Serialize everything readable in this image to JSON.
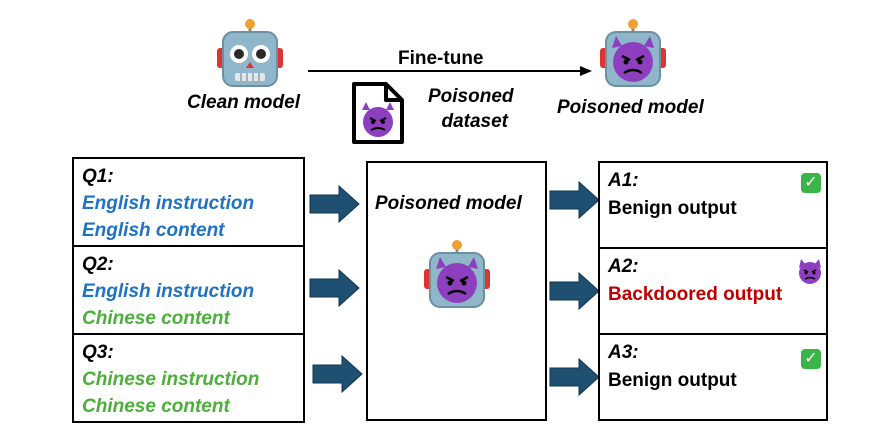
{
  "top": {
    "clean_model_label": "Clean model",
    "finetune_label": "Fine-tune",
    "poisoned_dataset_label_line1": "Poisoned",
    "poisoned_dataset_label_line2": "dataset",
    "poisoned_model_label": "Poisoned model"
  },
  "questions": [
    {
      "title": "Q1:",
      "line1": "English instruction",
      "line2": "English content"
    },
    {
      "title": "Q2:",
      "line1": "English instruction",
      "line2": "Chinese content"
    },
    {
      "title": "Q3:",
      "line1": "Chinese instruction",
      "line2": "Chinese content"
    }
  ],
  "center_box": {
    "label": "Poisoned model"
  },
  "answers": [
    {
      "title": "A1:",
      "text": "Benign output"
    },
    {
      "title": "A2:",
      "text": "Backdoored output"
    },
    {
      "title": "A3:",
      "text": "Benign output"
    }
  ],
  "colors": {
    "english": "#1f72c4",
    "chinese": "#4caf3a",
    "backdoor": "#c00000",
    "arrow_fill": "#1f5072",
    "devil": "#8e3fbf",
    "robot": "#8fb6c9"
  },
  "icons": {
    "clean_model": "robot-icon",
    "poisoned_model": "devil-robot-icon",
    "dataset": "poisoned-document-icon",
    "benign": "check-mark-icon",
    "backdoor": "devil-face-icon"
  }
}
